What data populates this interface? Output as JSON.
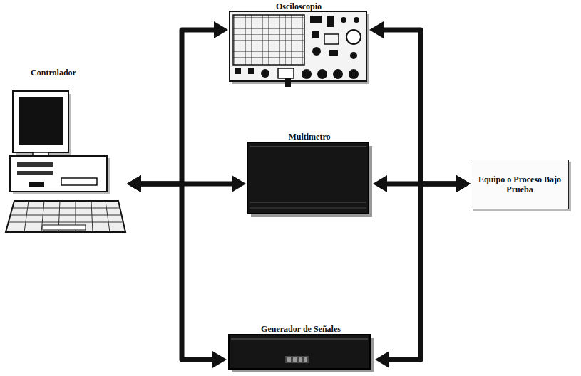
{
  "diagram": {
    "nodes": [
      {
        "text": [
          "Controlador"
        ]
      },
      {
        "text": [
          "Osciloscopio"
        ]
      },
      {
        "text": [
          "Multimetro"
        ]
      },
      {
        "text": [
          "Generador de Señales"
        ]
      },
      {
        "text": [
          "Equipo o Proceso Bajo Prueba"
        ]
      }
    ],
    "edges": [
      {
        "from": 0,
        "to": 1,
        "arrow": "both"
      },
      {
        "from": 0,
        "to": 2,
        "arrow": "both"
      },
      {
        "from": 0,
        "to": 3,
        "arrow": "both"
      },
      {
        "from": 1,
        "to": 4,
        "arrow": "both"
      },
      {
        "from": 2,
        "to": 4,
        "arrow": "both"
      },
      {
        "from": 3,
        "to": 4,
        "arrow": "both"
      }
    ]
  }
}
